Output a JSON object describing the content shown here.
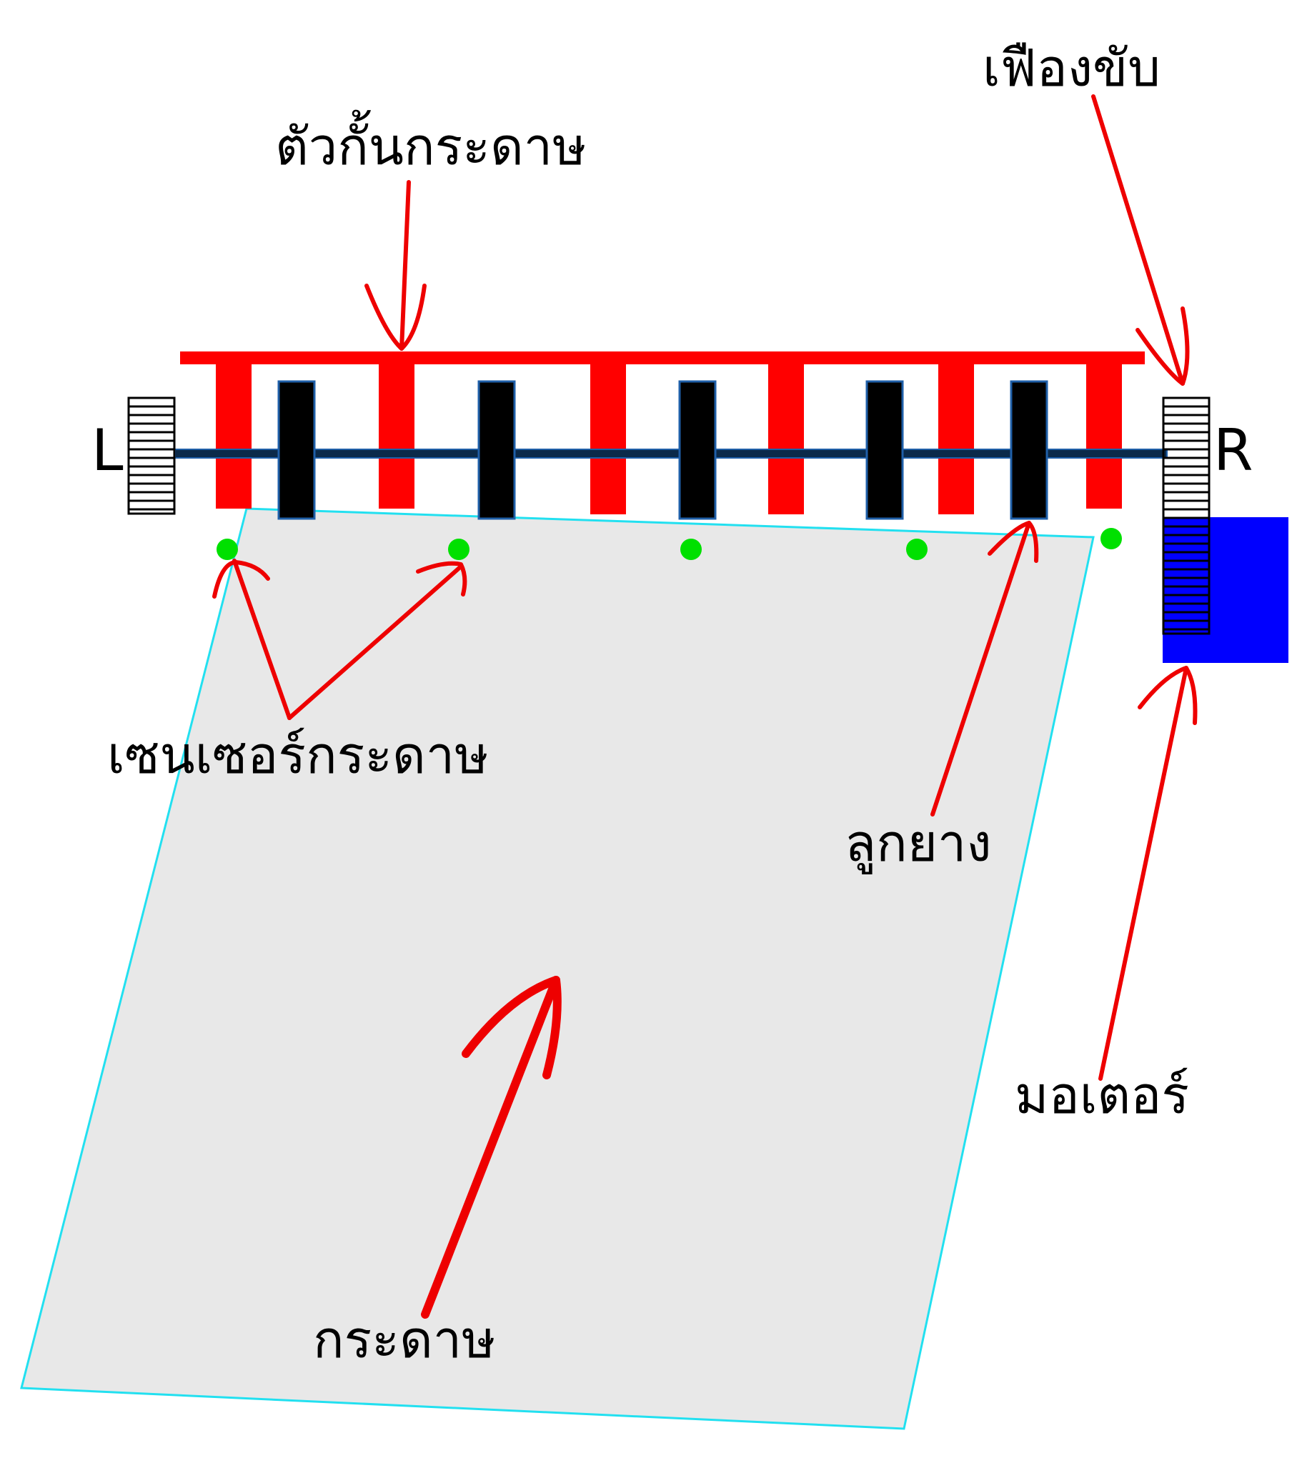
{
  "labels": {
    "drive_gear": "เฟืองขับ",
    "paper_stopper": "ตัวกั้นกระดาษ",
    "paper_sensor": "เซนเซอร์กระดาษ",
    "rubber_roller": "ลูกยาง",
    "motor": "มอเตอร์",
    "paper": "กระดาษ",
    "left": "L",
    "right": "R"
  },
  "colors": {
    "stopper": "#ff0000",
    "roller": "#000000",
    "roller_outline": "#1f5fa8",
    "shaft": "#0b2a4a",
    "sensor": "#00e000",
    "paper_fill": "#e8e8e8",
    "paper_edge": "#22e0f0",
    "motor": "#0000ff",
    "arrow": "#ee0000"
  },
  "icons": {
    "left_gear": "gear-icon",
    "right_gear": "gear-icon"
  }
}
